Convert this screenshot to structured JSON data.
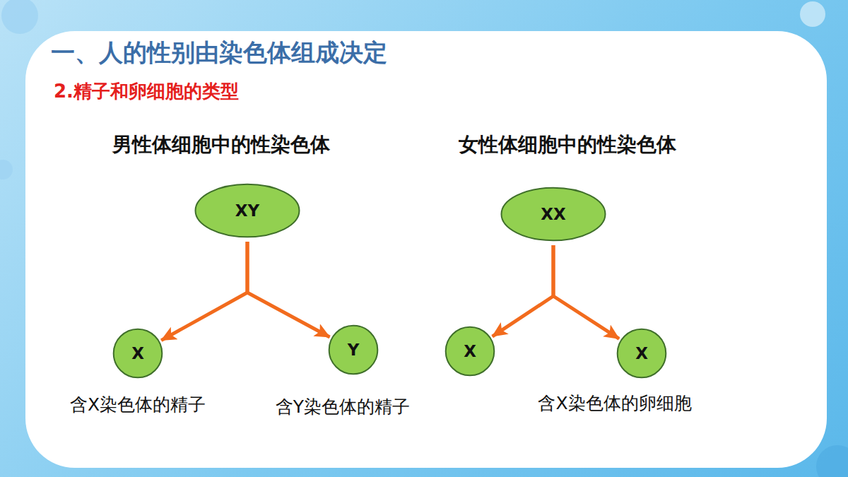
{
  "diagram": {
    "title": "一、人的性别由染色体组成决定",
    "nodes": [
      {
        "text": [
          "XY"
        ]
      },
      {
        "text": [
          "X"
        ]
      },
      {
        "text": [
          "Y"
        ]
      },
      {
        "text": [
          "XX"
        ]
      },
      {
        "text": [
          "X"
        ]
      },
      {
        "text": [
          "X"
        ]
      }
    ],
    "edges": [
      {
        "from": 0,
        "to": 1,
        "arrow": "to"
      },
      {
        "from": 0,
        "to": 2,
        "arrow": "to"
      },
      {
        "from": 3,
        "to": 4,
        "arrow": "to"
      },
      {
        "from": 3,
        "to": 5,
        "arrow": "to"
      }
    ],
    "labels": [
      "2.精子和卵细胞的类型",
      "男性体细胞中的性染色体",
      "女性体细胞中的性染色体",
      "含X染色体的精子",
      "含Y染色体的精子",
      "含X染色体的卵细胞"
    ]
  }
}
